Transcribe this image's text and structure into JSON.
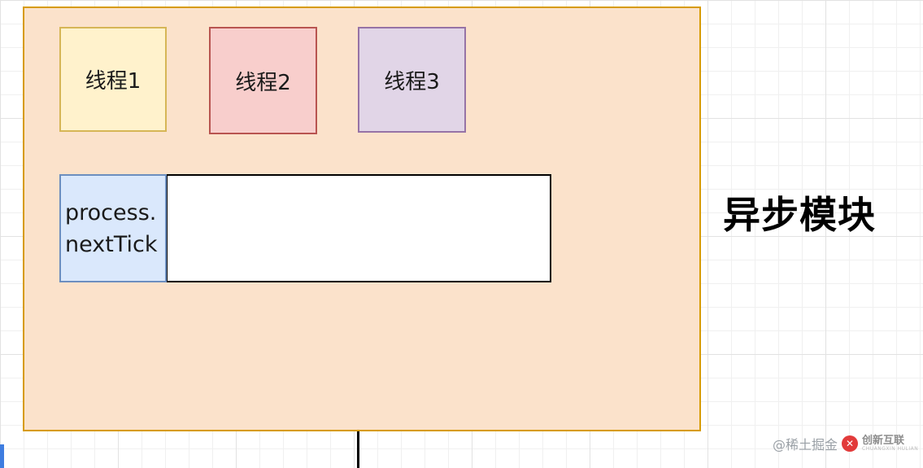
{
  "page": {
    "background": "#ffffff",
    "grid_minor_color": "#f0f0f0",
    "grid_major_color": "#e2e2e2"
  },
  "diagram": {
    "container": {
      "fill": "#fbe2cb",
      "border": "#d79b00"
    },
    "threads": [
      {
        "label": "线程1",
        "fill": "#fff2cc",
        "border": "#d6b656"
      },
      {
        "label": "线程2",
        "fill": "#f8cecc",
        "border": "#b85450"
      },
      {
        "label": "线程3",
        "fill": "#e1d5e7",
        "border": "#9673a6"
      }
    ],
    "next_tick": {
      "label": "process.nextTick",
      "lines": [
        "process.",
        "nextTick"
      ],
      "fill": "#dae8fc",
      "border": "#6c8ebf"
    },
    "task_bar": {
      "fill": "#ffffff",
      "border": "#000000"
    },
    "side_label": "异步模块",
    "connector_color": "#000000"
  },
  "watermark": {
    "author": "@稀土掘金",
    "logo_icon_glyph": "✕",
    "logo_icon_color": "#e23b3b",
    "logo_text": "创新互联",
    "logo_subtext": "CHUANGXIN HULIAN"
  }
}
